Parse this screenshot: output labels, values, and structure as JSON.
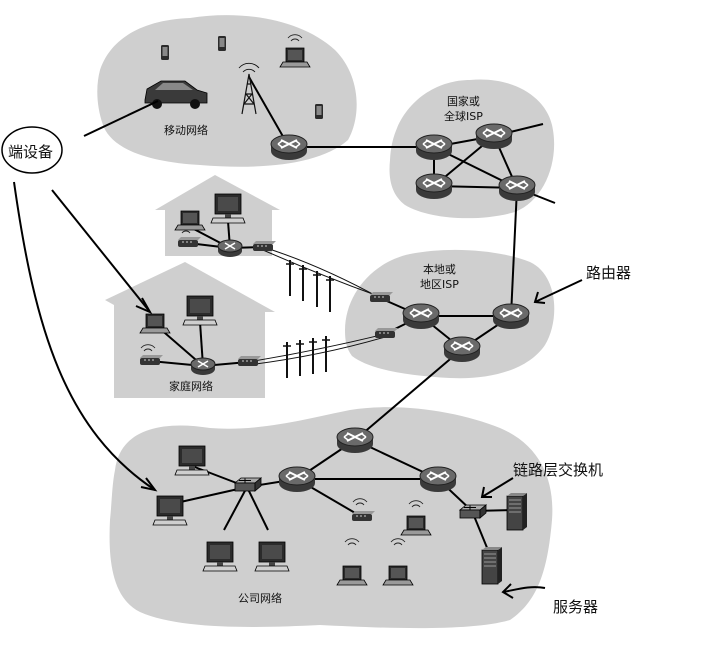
{
  "regions": {
    "mobile": "移动网络",
    "home": "家庭网络",
    "enterprise": "公司网络",
    "global_isp": [
      "国家或",
      "全球ISP"
    ],
    "regional_isp": [
      "本地或",
      "地区ISP"
    ]
  },
  "annotations": {
    "end_devices": "端设备",
    "router": "路由器",
    "switch": "链路层交换机",
    "server": "服务器"
  },
  "colors": {
    "cloud": "#cfcfcf",
    "house": "#cfcfcf",
    "device_dark": "#2b2b2b",
    "router_fill": "#555555",
    "line": "#000000"
  },
  "icons": [
    "router-icon",
    "laptop-icon",
    "desktop-icon",
    "phone-icon",
    "car-icon",
    "cell-tower-icon",
    "switch-icon",
    "server-icon",
    "modem-icon",
    "utility-pole-icon"
  ]
}
